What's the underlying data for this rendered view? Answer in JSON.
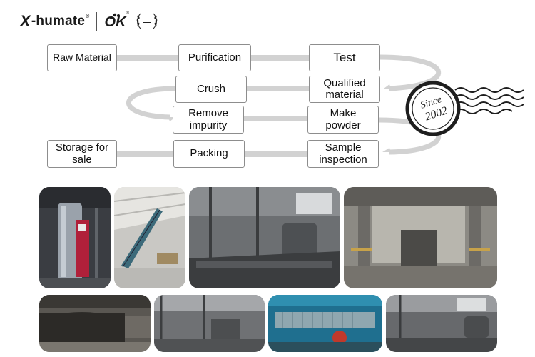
{
  "header": {
    "brand_prefix": "X",
    "brand_name": "-humate",
    "brand_reg": "®",
    "ok_logo_text": "OK",
    "ok_logo_reg": "®"
  },
  "process": {
    "raw_material": "Raw Material",
    "purification": "Purification",
    "test": "Test",
    "qualified_material_l1": "Qualified",
    "qualified_material_l2": "material",
    "crush": "Crush",
    "remove_impurity_l1": "Remove",
    "remove_impurity_l2": "impurity",
    "make_powder_l1": "Make",
    "make_powder_l2": "powder",
    "storage_l1": "Storage for",
    "storage_l2": "sale",
    "packing": "Packing",
    "sample_inspection_l1": "Sample",
    "sample_inspection_l2": "inspection"
  },
  "stamp": {
    "line1": "Since",
    "line2": "2002"
  },
  "colors": {
    "connector": "#c8c8c8",
    "box_border": "#8d8d8d",
    "stamp_ink": "#1e1e1e"
  }
}
